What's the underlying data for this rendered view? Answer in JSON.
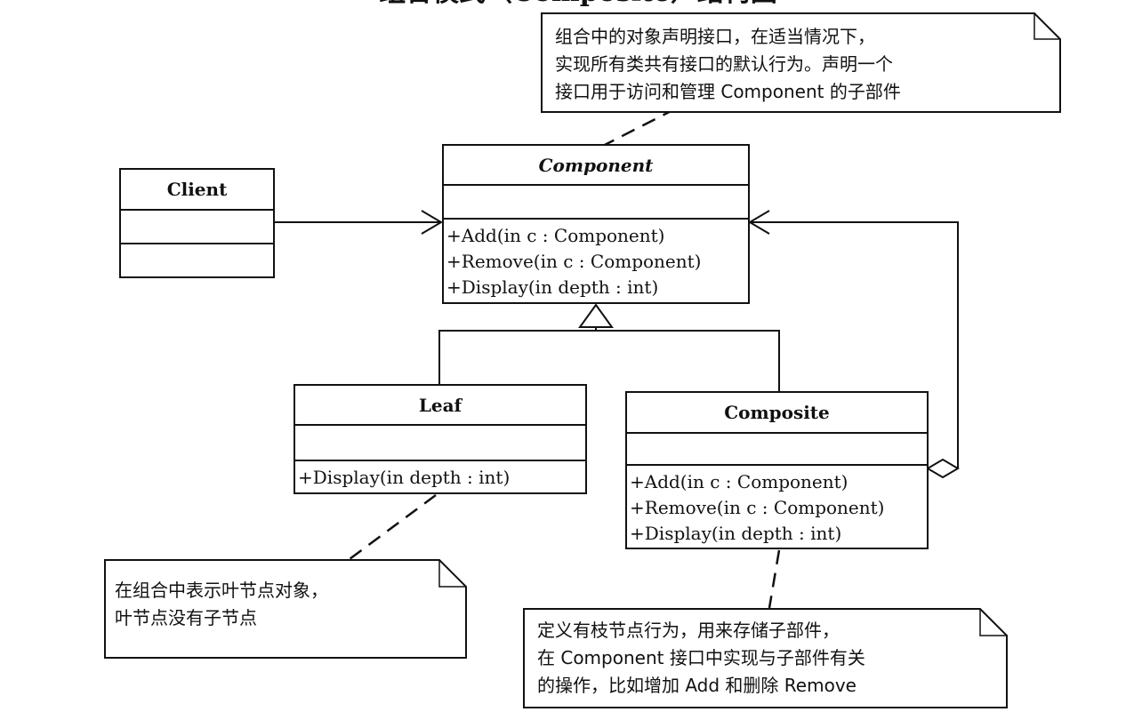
{
  "diagram": {
    "title": "组合模式（Composite）结构图",
    "classes": {
      "client": {
        "name": "Client",
        "operations": []
      },
      "component": {
        "name": "Component",
        "operations": [
          "+Add(in c : Component)",
          "+Remove(in c : Component)",
          "+Display(in depth : int)"
        ]
      },
      "leaf": {
        "name": "Leaf",
        "operations": [
          "+Display(in depth : int)"
        ]
      },
      "composite": {
        "name": "Composite",
        "operations": [
          "+Add(in c : Component)",
          "+Remove(in c : Component)",
          "+Display(in depth : int)"
        ]
      }
    },
    "notes": {
      "component_note": [
        "组合中的对象声明接口，在适当情况下，",
        "实现所有类共有接口的默认行为。声明一个",
        "接口用于访问和管理 Component 的子部件"
      ],
      "leaf_note": [
        "在组合中表示叶节点对象，",
        "叶节点没有子节点"
      ],
      "composite_note": [
        "定义有枝节点行为，用来存储子部件，",
        "在 Component 接口中实现与子部件有关",
        "的操作，比如增加 Add 和删除 Remove"
      ]
    },
    "relations": [
      {
        "type": "association",
        "from": "Client",
        "to": "Component"
      },
      {
        "type": "generalization",
        "from": "Leaf",
        "to": "Component"
      },
      {
        "type": "generalization",
        "from": "Composite",
        "to": "Component"
      },
      {
        "type": "aggregation",
        "from": "Composite",
        "to": "Component"
      }
    ]
  }
}
